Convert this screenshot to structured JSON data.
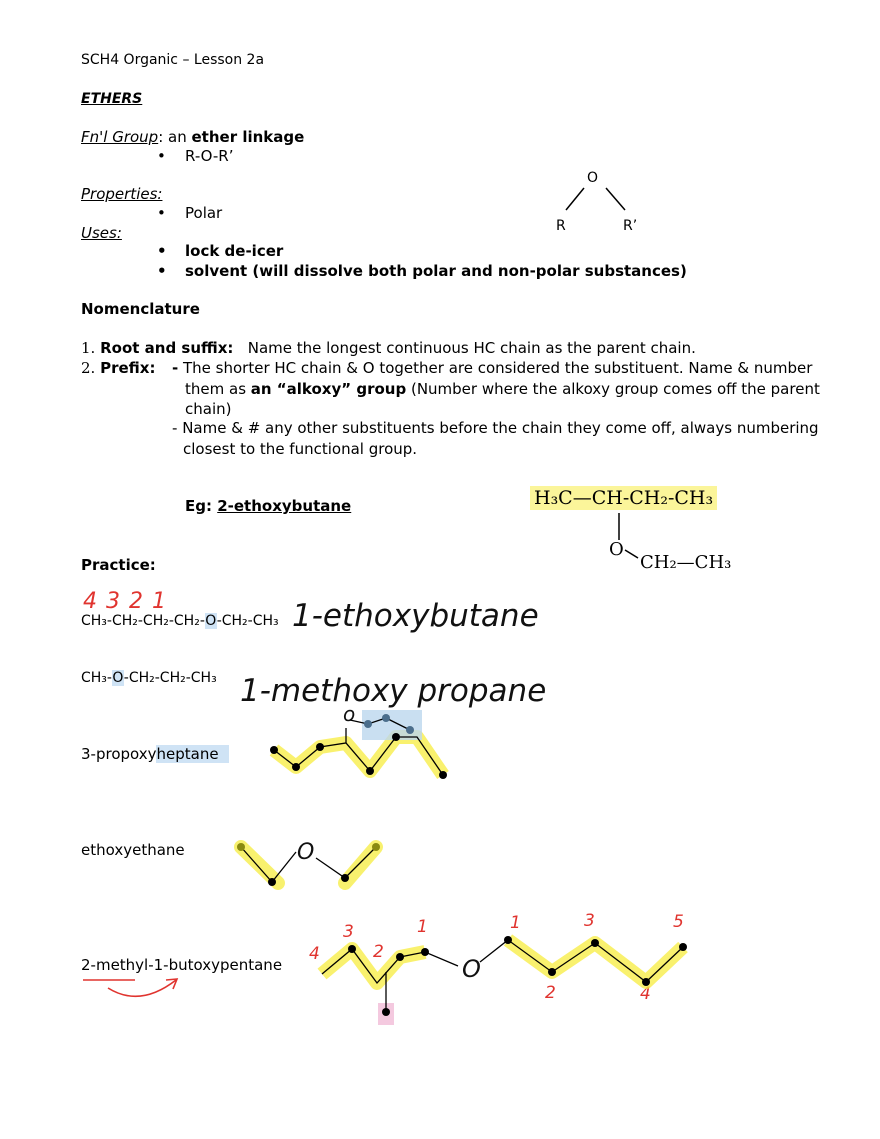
{
  "header": "SCH4  Organic – Lesson 2a",
  "section_title": "ETHERS",
  "fn_group": {
    "label": "Fn'l Group",
    "text": ": an ",
    "bold": "ether linkage",
    "bullet": "R-O-R’"
  },
  "properties": {
    "label": "Properties:",
    "bullet": "Polar"
  },
  "uses": {
    "label": "Uses:",
    "bullets": [
      "lock de-icer",
      "solvent (will dissolve both polar and non-polar substances)"
    ]
  },
  "diagram": {
    "o": "O",
    "r": "R",
    "rp": "R’"
  },
  "nomenclature": {
    "heading": "Nomenclature",
    "item1_num": "1.",
    "item1_bold": "Root and suffix:",
    "item1_text": "Name the longest continuous HC chain as the parent chain.",
    "item2_num": "2.",
    "item2_bold": "Prefix:",
    "item2_dash": "-",
    "item2_line1": "The shorter HC chain & O together are considered the substituent.  Name & number",
    "item2_line2_pre": "them as ",
    "item2_line2_bold": "an “alkoxy” group",
    "item2_line2_post": " (Number where the alkoxy group comes off the parent",
    "item2_line3": "chain)",
    "item2_sub_dash": "-",
    "item2_sub_line1": "Name & # any other substituents before the chain they come off, always numbering",
    "item2_sub_line2": "closest to the functional group."
  },
  "example": {
    "label": "Eg: ",
    "name": "2-ethoxybutane",
    "row1": "H₃C—CH-CH₂-CH₃",
    "o": "O",
    "row2": "CH₂—CH₃"
  },
  "practice": {
    "heading": "Practice:",
    "q1": {
      "a": "CH₃-CH₂-CH₂-CH₂-",
      "o": "O",
      "b": "-CH₂-CH₃",
      "answer": "1-ethoxybutane",
      "nums": "4 3  2 1"
    },
    "q2": {
      "a": "CH₃-",
      "o": "O",
      "b": "-CH₂-CH₂-CH₃",
      "answer": "1-methoxy propane"
    },
    "q3": {
      "a": "3-propoxy",
      "b": "heptane",
      "o": "o"
    },
    "q4": {
      "text": "ethoxyethane",
      "o": "O"
    },
    "q5": {
      "text": "2-methyl-1-butoxypentane",
      "o": "O",
      "nums_left": [
        "4",
        "3",
        "2",
        "1"
      ],
      "nums_right": [
        "1",
        "2",
        "3",
        "4",
        "5"
      ]
    }
  }
}
